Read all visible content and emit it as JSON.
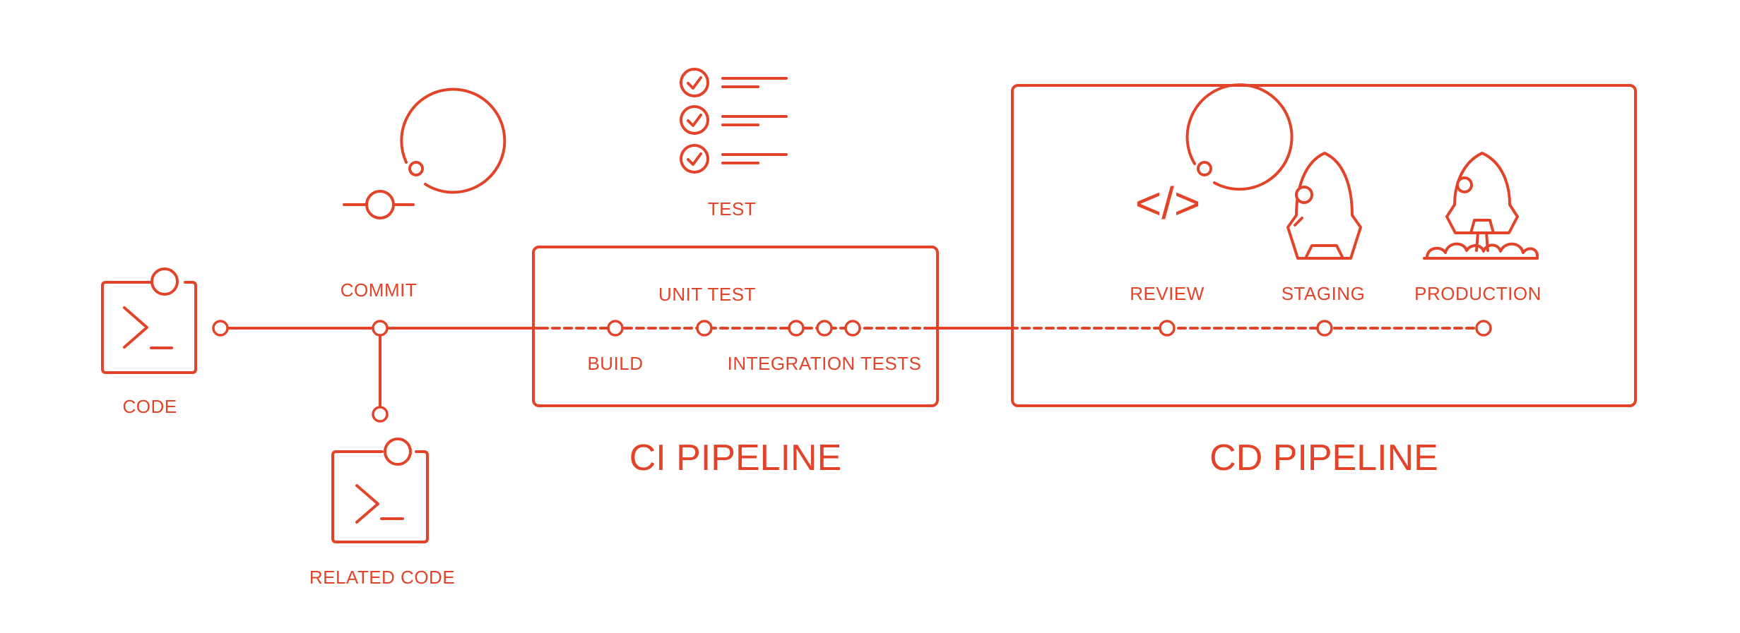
{
  "colors": {
    "stroke": "#E24329",
    "background": "#FFFFFF"
  },
  "icons": {
    "code": "terminal-icon",
    "related_code": "terminal-icon",
    "commit": "git-commit-icon",
    "test": "checklist-icon",
    "review": "code-brackets-icon",
    "staging": "rocket-icon",
    "production": "rocket-launch-icon"
  },
  "labels": {
    "code": "CODE",
    "commit": "COMMIT",
    "related_code": "RELATED CODE",
    "test": "TEST",
    "unit_test": "UNIT TEST",
    "build": "BUILD",
    "integration_tests": "INTEGRATION TESTS",
    "ci_pipeline": "CI PIPELINE",
    "cd_pipeline": "CD PIPELINE",
    "review": "REVIEW",
    "staging": "STAGING",
    "production": "PRODUCTION",
    "review_icon_text": "</>"
  }
}
